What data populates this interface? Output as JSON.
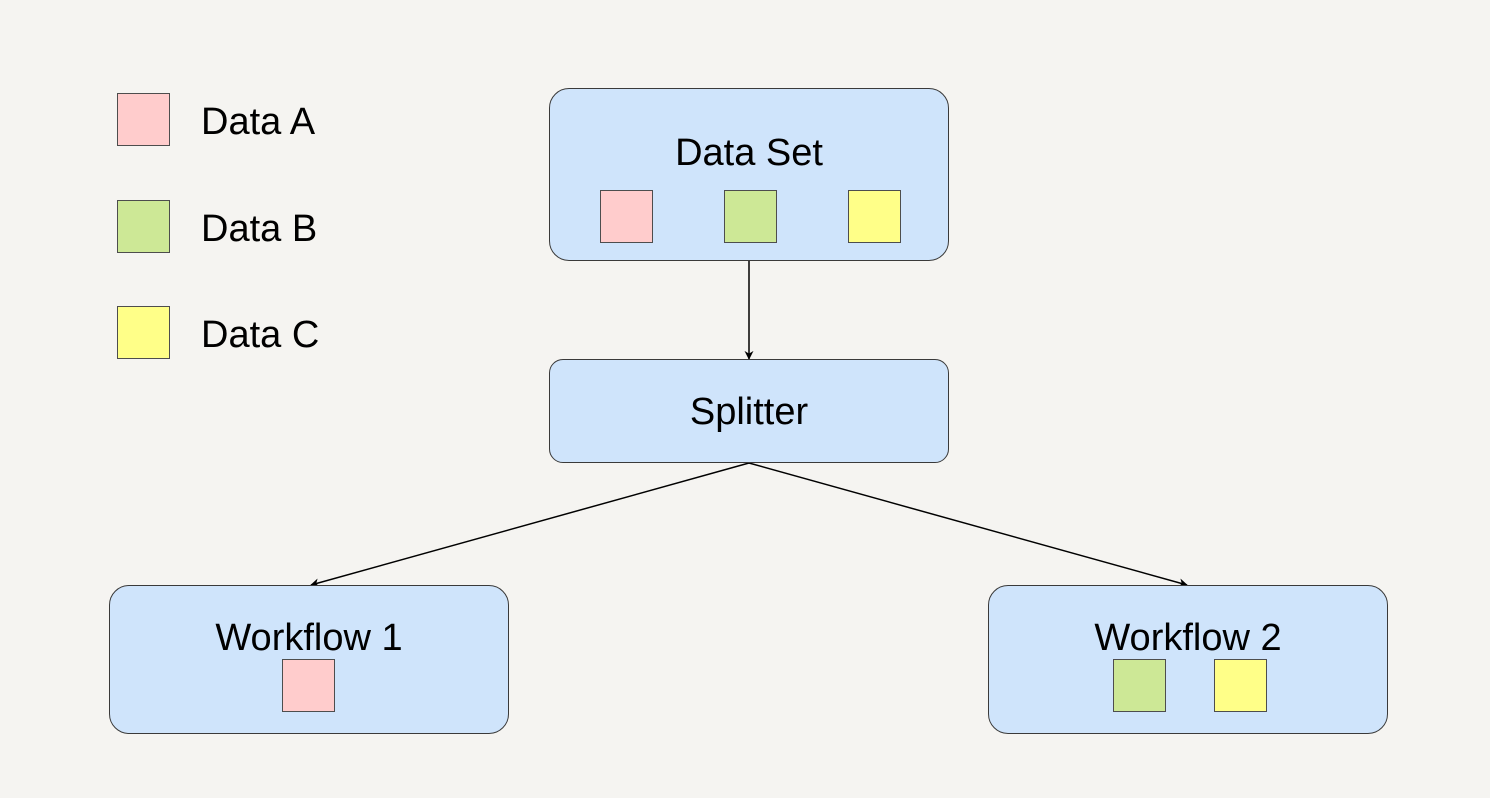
{
  "colors": {
    "background": "#f5f4f1",
    "node_fill": "#cfe4fb",
    "node_stroke": "#3a3a3a",
    "data_a": "#ffcccc",
    "data_b": "#cde896",
    "data_c": "#ffff88",
    "edge": "#000000"
  },
  "legend": {
    "items": [
      {
        "label": "Data A",
        "color_key": "data_a"
      },
      {
        "label": "Data B",
        "color_key": "data_b"
      },
      {
        "label": "Data C",
        "color_key": "data_c"
      }
    ]
  },
  "nodes": {
    "dataset": {
      "label": "Data Set",
      "items": [
        "data_a",
        "data_b",
        "data_c"
      ]
    },
    "splitter": {
      "label": "Splitter"
    },
    "workflow1": {
      "label": "Workflow 1",
      "items": [
        "data_a"
      ]
    },
    "workflow2": {
      "label": "Workflow 2",
      "items": [
        "data_b",
        "data_c"
      ]
    }
  },
  "edges": [
    {
      "from": "dataset",
      "to": "splitter"
    },
    {
      "from": "splitter",
      "to": "workflow1"
    },
    {
      "from": "splitter",
      "to": "workflow2"
    }
  ]
}
